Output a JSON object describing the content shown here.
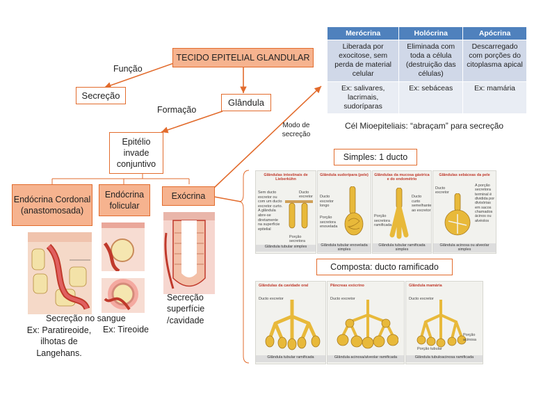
{
  "main": {
    "root_title": "TECIDO EPITELIAL GLANDULAR",
    "funcao_label": "Função",
    "secrecao": "Secreção",
    "glandula": "Glândula",
    "formacao_label": "Formação",
    "epitelio": "Epitélio invade conjuntivo",
    "endocrina_cordonal": "Endócrina Cordonal (anastomosada)",
    "endocrina_folicular": "Endócrina folicular",
    "exocrina": "Exócrina",
    "secrecao_sangue": "Secreção no sangue",
    "ex_paratireoide": "Ex: Paratireoide, ilhotas de Langehans.",
    "ex_tireoide": "Ex: Tireoide",
    "secrecao_superficie": "Secreção superfície /cavidade",
    "modo_secrecao": "Modo de secreção",
    "mioepiteliais": "Cél Mioepiteliais: “abraçam” para secreção",
    "simples": "Simples: 1 ducto",
    "composta": "Composta: ducto ramificado"
  },
  "table": {
    "headers": [
      "Merócrina",
      "Holócrina",
      "Apócrina"
    ],
    "row1": [
      "Liberada por exocitose, sem perda de material celular",
      "Eliminada com toda a célula (destruição das células)",
      "Descarregado com porções do citoplasma apical"
    ],
    "row2": [
      "Ex: salivares, lacrimais, sudoríparas",
      "Ex: sebáceas",
      "Ex: mamária"
    ]
  },
  "simples_panels": [
    {
      "title": "Glândulas intestinais de Lieberkühn",
      "foot": "Glândula tubular simples",
      "notes": [
        "Sem ducto excretor ou com um ducto excretor curto. A glândula abre-se diretamente na superfície epitelial",
        "Ducto excretor",
        "Porção secretora"
      ]
    },
    {
      "title": "Glândula sudorípara (pele)",
      "foot": "Glândula tubular enovelada simples",
      "notes": [
        "Ducto excretor longo",
        "Porção secretora enovelada"
      ]
    },
    {
      "title": "Glândulas da mucosa gástrica e do endométrio",
      "foot": "Glândula tubular ramificada simples",
      "notes": [
        "Ducto curto semelhante ao excretor",
        "Porção secretora ramificada"
      ]
    },
    {
      "title": "Glândulas sebáceas da pele",
      "foot": "Glândula acinosa ou alveolar simples",
      "notes": [
        "Ducto excretor",
        "A porção secretora terminal é dividida por divisórias em sacos chamados ácinos ou alvéolos"
      ]
    }
  ],
  "composta_panels": [
    {
      "title": "Glândulas da cavidade oral",
      "foot": "Glândula tubular ramificada",
      "notes": [
        "Ducto excretor"
      ]
    },
    {
      "title": "Pâncreas exócrino",
      "foot": "Glândula acinosa/alveolar ramificada",
      "notes": [
        "Ducto excretor"
      ]
    },
    {
      "title": "Glândula mamária",
      "foot": "Glândula tubuloacinosa ramificada",
      "notes": [
        "Ducto excretor",
        "Porção tubular",
        "Porção acinosa"
      ]
    }
  ],
  "colors": {
    "accent": "#e26b2c",
    "box_fill": "#f6b38f",
    "table_header": "#4f81bd",
    "table_row1": "#d0d8e8",
    "table_row2": "#e9edf4",
    "gland": "#e8b93a"
  }
}
